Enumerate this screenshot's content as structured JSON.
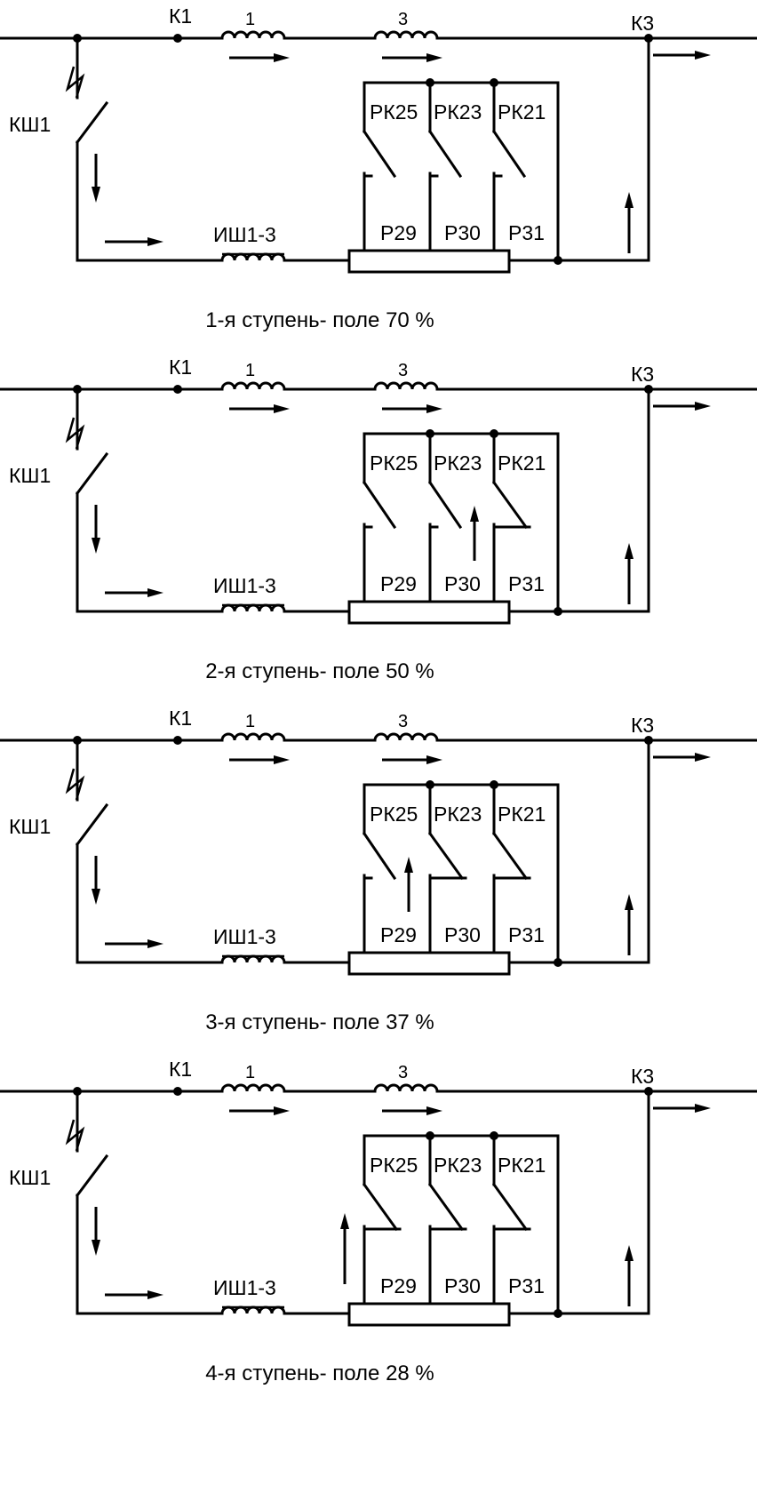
{
  "colors": {
    "line": "#000000",
    "background": "#ffffff"
  },
  "labels": {
    "k1": "К1",
    "k3": "К3",
    "ksh1": "КШ1",
    "coil1": "1",
    "coil3": "3",
    "ish": "ИШ1-3",
    "rk25": "РК25",
    "rk23": "РК23",
    "rk21": "РК21",
    "r29": "Р29",
    "r30": "Р30",
    "r31": "Р31"
  },
  "stages": [
    {
      "caption": "1-я ступень- поле 70 %",
      "closed_contacts": 0
    },
    {
      "caption": "2-я ступень- поле 50 %",
      "closed_contacts": 1
    },
    {
      "caption": "3-я ступень- поле 37 %",
      "closed_contacts": 2
    },
    {
      "caption": "4-я ступень- поле 28 %",
      "closed_contacts": 3
    }
  ]
}
